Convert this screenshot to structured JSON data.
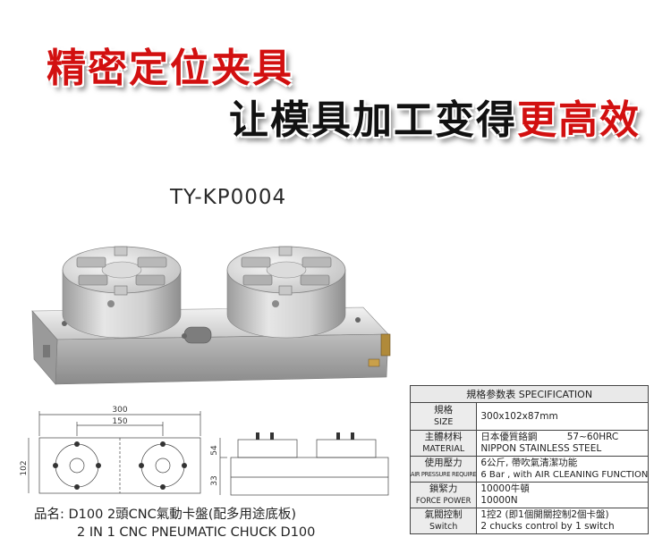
{
  "headline": {
    "line1": "精密定位夹具",
    "line2_main": "让模具加工变得",
    "line2_accent": "更高效"
  },
  "model": "TY-KP0004",
  "drawing": {
    "dim_total": "300",
    "dim_pitch": "150",
    "dim_depth": "102",
    "dim_chuck_h": "54",
    "dim_base_h": "33"
  },
  "product_name": {
    "label": "品名:",
    "zh": "D100 2頭CNC氣動卡盤(配多用途底板)",
    "en": "2 IN 1 CNC PNEUMATIC CHUCK D100"
  },
  "spec": {
    "title": "規格参数表 SPECIFICATION",
    "rows": [
      {
        "key_zh": "規格",
        "key_en": "SIZE",
        "val1": "300x102x87mm",
        "val2": ""
      },
      {
        "key_zh": "主體材料",
        "key_en": "MATERIAL",
        "val1": "日本優質鉻鋼          57~60HRC",
        "val2": "NIPPON STAINLESS STEEL"
      },
      {
        "key_zh": "使用壓力",
        "key_en": "AIR PRESSURE REQUIRE",
        "val1": "6公斤, 帶吹氣清潔功能",
        "val2": "6 Bar , with AIR CLEANING FUNCTION"
      },
      {
        "key_zh": "鎖緊力",
        "key_en": "FORCE POWER",
        "val1": "10000牛頓",
        "val2": "10000N"
      },
      {
        "key_zh": "氣閥控制",
        "key_en": "Switch",
        "val1": "1控2 (即1個開關控制2個卡盤)",
        "val2": "2 chucks control by 1 switch"
      }
    ]
  }
}
